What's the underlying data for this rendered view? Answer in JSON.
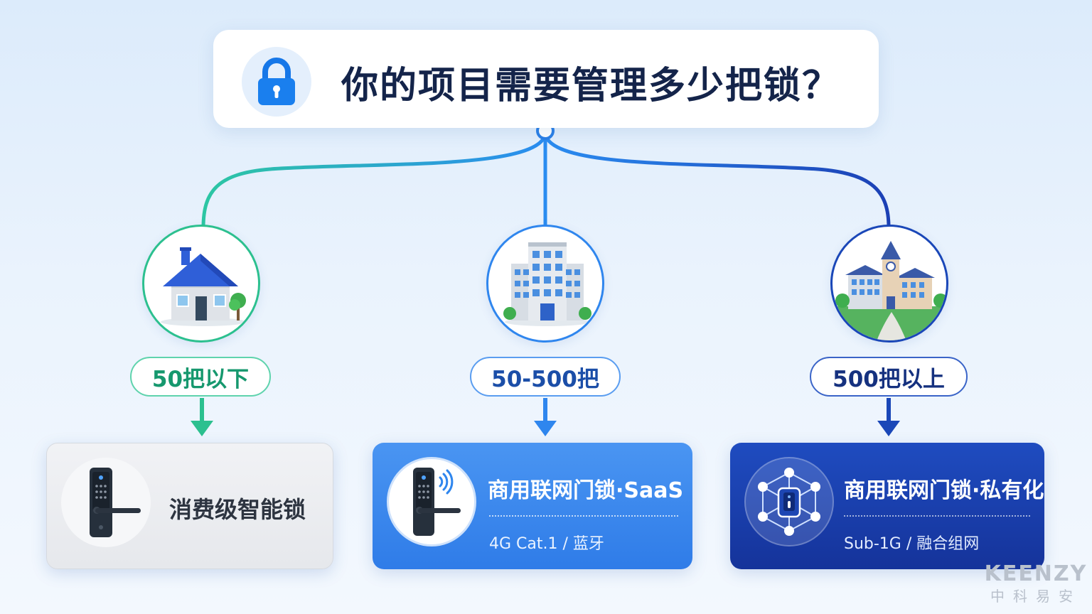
{
  "title": {
    "text": "你的项目需要管理多少把锁？",
    "icon": "padlock-icon"
  },
  "tiers": [
    {
      "range": "50把以下",
      "illustration": "house-icon",
      "solution_title": "消费级智能锁",
      "solution_subtitle": "",
      "card_icon": "door-lock-icon",
      "accent": "#2cc08f"
    },
    {
      "range": "50-500把",
      "illustration": "office-building-icon",
      "solution_title": "商用联网门锁·SaaS",
      "solution_subtitle": "4G Cat.1 / 蓝牙",
      "card_icon": "wireless-door-lock-icon",
      "accent": "#2f86ee"
    },
    {
      "range": "500把以上",
      "illustration": "campus-icon",
      "solution_title": "商用联网门锁·私有化",
      "solution_subtitle": "Sub-1G / 融合组网",
      "card_icon": "mesh-network-lock-icon",
      "accent": "#1a47b8"
    }
  ],
  "brand": {
    "name_en": "KEENZY",
    "name_cn": "中科易安"
  }
}
